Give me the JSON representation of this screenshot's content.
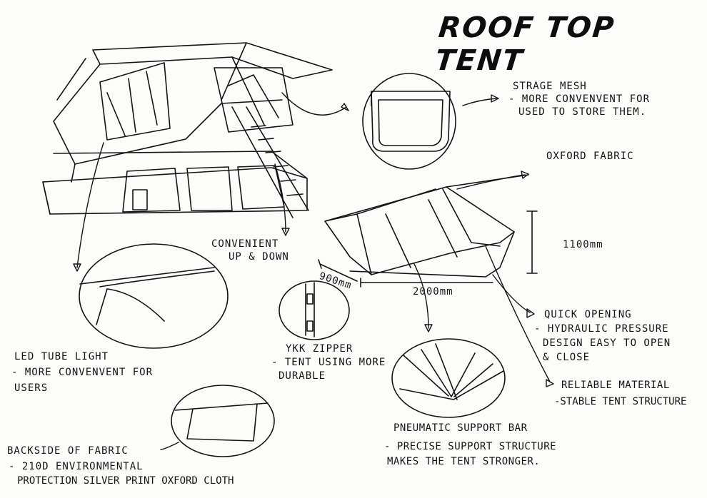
{
  "title": "ROOF TOP TENT",
  "callouts": {
    "storage_mesh": {
      "heading": "STRAGE MESH",
      "lines": [
        "- MORE CONVENVENT FOR",
        "USED TO STORE THEM."
      ]
    },
    "oxford_fabric": {
      "heading": "OXFORD FABRIC"
    },
    "height": "1100mm",
    "width": "2000mm",
    "depth": "900mm",
    "ladder": {
      "lines": [
        "CONVENIENT",
        "UP & DOWN"
      ]
    },
    "led": {
      "heading": "LED TUBE LIGHT",
      "lines": [
        "- MORE CONVENVENT FOR",
        "USERS"
      ]
    },
    "zipper": {
      "heading": "YKK ZIPPER",
      "lines": [
        "- TENT USING MORE",
        "DURABLE"
      ]
    },
    "quick_opening": {
      "heading": "QUICK OPENING",
      "lines": [
        "- HYDRAULIC PRESSURE",
        "DESIGN EASY TO OPEN",
        "& CLOSE"
      ]
    },
    "reliable": {
      "heading": "RELIABLE MATERIAL",
      "lines": [
        "-STABLE TENT STRUCTURE"
      ]
    },
    "support_bar": {
      "heading": "PNEUMATIC SUPPORT BAR",
      "lines": [
        "- PRECISE SUPPORT STRUCTURE",
        "MAKES THE TENT STRONGER."
      ]
    },
    "backside": {
      "heading": "BACKSIDE OF FABRIC",
      "lines": [
        "- 210D ENVIRONMENTAL",
        "PROTECTION SILVER PRINT OXFORD CLOTH"
      ]
    }
  }
}
